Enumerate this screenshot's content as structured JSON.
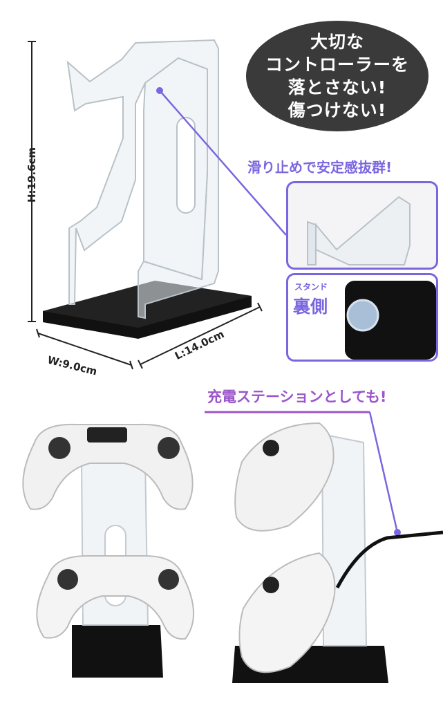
{
  "callout": {
    "lines": [
      "大切な",
      "コントローラーを",
      "落とさない!",
      "傷つけない!"
    ]
  },
  "feature_antislip": "滑り止めで安定感抜群!",
  "stand_back": {
    "small_label": "スタンド",
    "large_label": "裏側"
  },
  "dimensions": {
    "height": "H:19.6cm",
    "width": "W:9.0cm",
    "length": "L:14.0cm"
  },
  "feature_charging": "充電ステーションとしても!",
  "colors": {
    "accent": "#7b66e0",
    "charging_text": "#9a55c9",
    "callout_bg": "#3a3a3a",
    "base": "#111111"
  }
}
